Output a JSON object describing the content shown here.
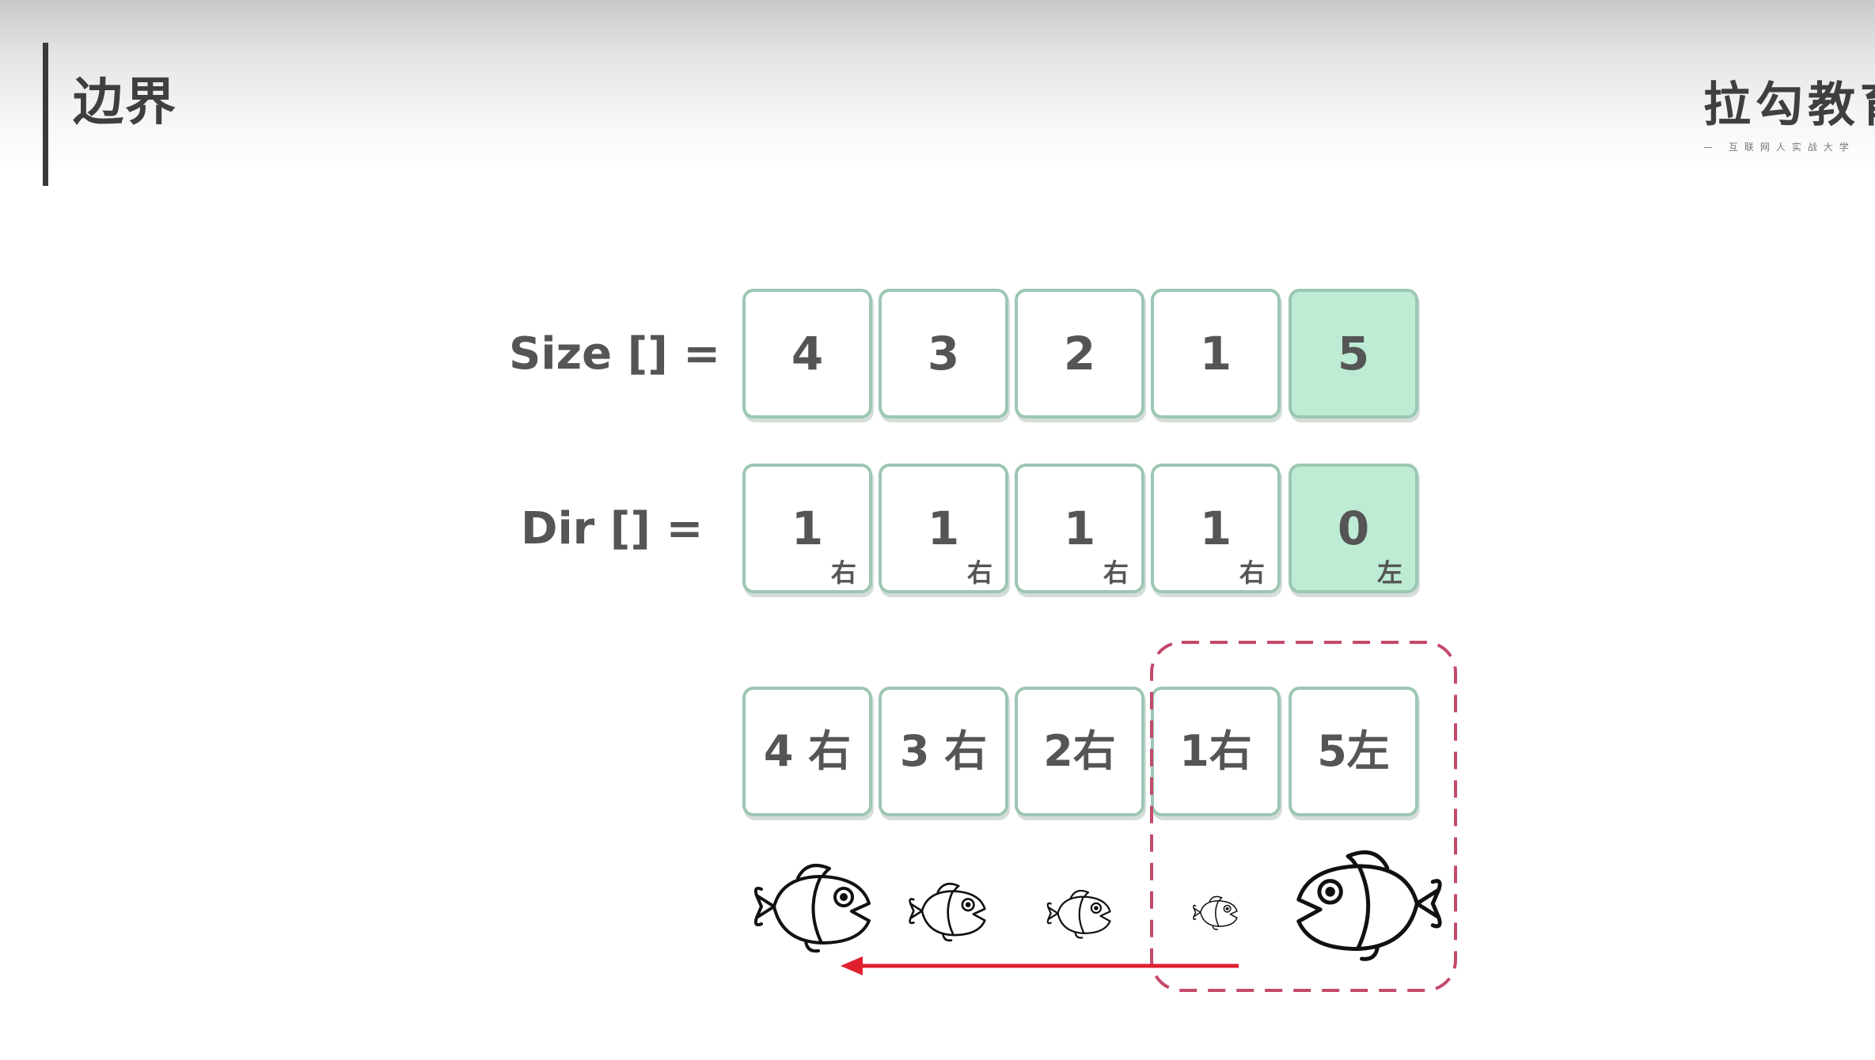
{
  "header": {
    "title": "边界",
    "logo_text": "拉勾教育",
    "logo_subtitle": "— 互联网人实战大学"
  },
  "diagram": {
    "size_label": "Size [] =",
    "dir_label": "Dir [] =",
    "size_values": [
      "4",
      "3",
      "2",
      "1",
      "5"
    ],
    "dir_values": [
      {
        "value": "1",
        "direction": "右"
      },
      {
        "value": "1",
        "direction": "右"
      },
      {
        "value": "1",
        "direction": "右"
      },
      {
        "value": "1",
        "direction": "右"
      },
      {
        "value": "0",
        "direction": "左"
      }
    ],
    "fish_labels": [
      "4 右",
      "3 右",
      "2右",
      "1右",
      "5左"
    ],
    "highlighted_index": 4,
    "colors": {
      "cell_border": "#9cc7b3",
      "highlight_fill": "#bdebd3",
      "dashed_box": "#c44a6a",
      "arrow": "#e0202e"
    }
  }
}
